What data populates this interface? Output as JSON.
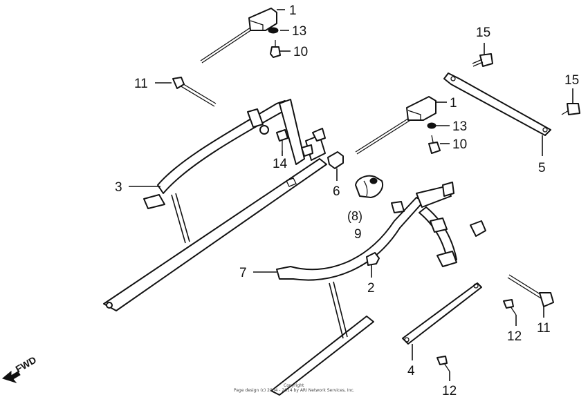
{
  "diagram": {
    "callouts": {
      "c1_top": "1",
      "c13_top": "13",
      "c10_top": "10",
      "c11_left": "11",
      "c15_top": "15",
      "c15_right": "15",
      "c1_mid": "1",
      "c13_mid": "13",
      "c10_mid": "10",
      "c5": "5",
      "c14": "14",
      "c3": "3",
      "c6": "6",
      "c8": "(8)",
      "c9": "9",
      "c7": "7",
      "c2": "2",
      "c11_right": "11",
      "c12_upper": "12",
      "c4": "4",
      "c12_lower": "12"
    },
    "fwd_label": "FWD",
    "copyright_line1": "Copyright",
    "copyright_line2": "Page design (c) 2004 - 2014 by ARI Network Services, Inc."
  }
}
